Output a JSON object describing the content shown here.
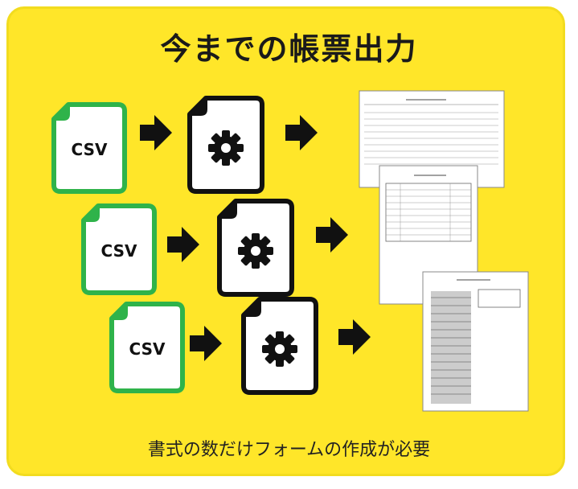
{
  "title": "今までの帳票出力",
  "caption": "書式の数だけフォームの作成が必要",
  "rows": [
    {
      "csv_label": "CSV"
    },
    {
      "csv_label": "CSV"
    },
    {
      "csv_label": "CSV"
    }
  ],
  "icons": {
    "csv": "csv-file-icon",
    "process": "gear-document-icon",
    "arrow": "right-arrow-icon",
    "report": "report-document-icon"
  },
  "colors": {
    "background": "#ffe629",
    "csv_border": "#2fb34a",
    "process_border": "#111111",
    "arrow": "#111111"
  }
}
